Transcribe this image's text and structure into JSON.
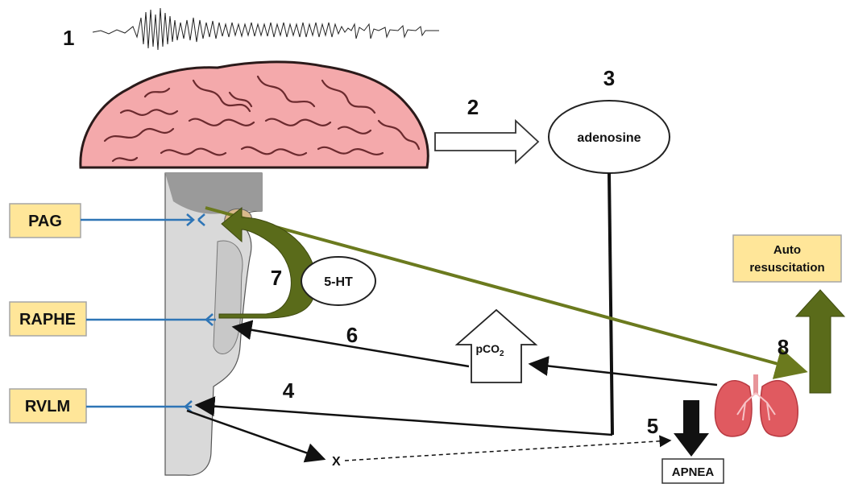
{
  "numbers": {
    "n1": "1",
    "n2": "2",
    "n3": "3",
    "n4": "4",
    "n5": "5",
    "n6": "6",
    "n7": "7",
    "n8": "8"
  },
  "labels": {
    "pag": "PAG",
    "raphe": "RAPHE",
    "rvlm": "RVLM",
    "adenosine": "adenosine",
    "serotonin": "5-HT",
    "pco2_main": "pCO",
    "pco2_sub": "2",
    "apnea": "APNEA",
    "x": "X",
    "auto_resuscitation_1": "Auto",
    "auto_resuscitation_2": "resuscitation"
  },
  "colors": {
    "label_box": "#ffe699",
    "olive": "#6b7a1e",
    "dark_olive": "#5a6b1a",
    "blue_line": "#2e75b6",
    "brain": "#f2a7a9",
    "brainstem": "#d9d9d9"
  }
}
